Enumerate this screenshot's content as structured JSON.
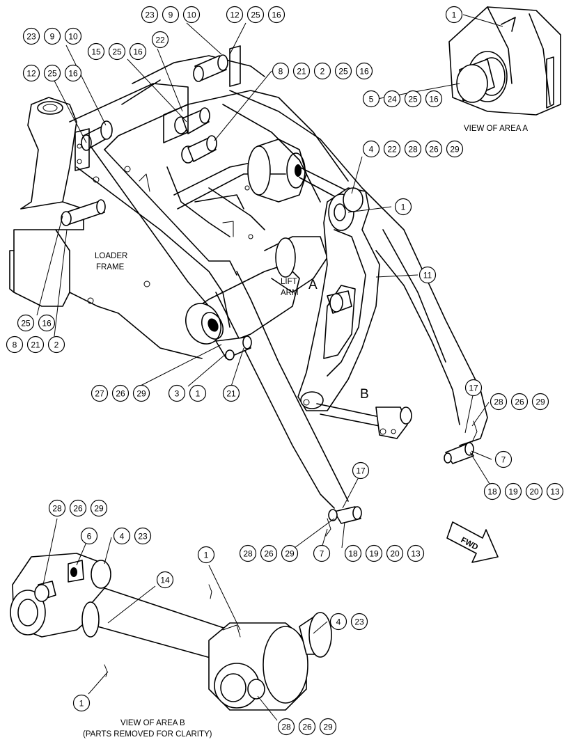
{
  "labels": {
    "loader_frame_1": "LOADER",
    "loader_frame_2": "FRAME",
    "lift_arm_1": "LIFT",
    "lift_arm_2": "ARM",
    "area_a": "A",
    "area_b": "B",
    "view_a": "VIEW OF AREA A",
    "view_b_1": "VIEW OF AREA B",
    "view_b_2": "(PARTS REMOVED FOR CLARITY)",
    "fwd": "FWD"
  },
  "callout_groups": [
    [
      "23",
      "9",
      "10"
    ],
    [
      "12",
      "25",
      "16"
    ],
    [
      "23",
      "9",
      "10"
    ],
    [
      "22"
    ],
    [
      "15",
      "25",
      "16"
    ],
    [
      "8",
      "21",
      "2",
      "25",
      "16"
    ],
    [
      "12",
      "25",
      "16"
    ],
    [
      "4",
      "22",
      "28",
      "26",
      "29"
    ],
    [
      "1"
    ],
    [
      "11"
    ],
    [
      "25",
      "16"
    ],
    [
      "8",
      "21",
      "2"
    ],
    [
      "27",
      "26",
      "29"
    ],
    [
      "3",
      "1"
    ],
    [
      "21"
    ],
    [
      "1"
    ],
    [
      "5",
      "24",
      "25",
      "16"
    ],
    [
      "17"
    ],
    [
      "28",
      "26",
      "29"
    ],
    [
      "7"
    ],
    [
      "18",
      "19",
      "20",
      "13"
    ],
    [
      "17"
    ],
    [
      "28",
      "26",
      "29"
    ],
    [
      "7"
    ],
    [
      "18",
      "19",
      "20",
      "13"
    ],
    [
      "28",
      "26",
      "29"
    ],
    [
      "6"
    ],
    [
      "4",
      "23"
    ],
    [
      "14"
    ],
    [
      "1"
    ],
    [
      "4",
      "23"
    ],
    [
      "1"
    ],
    [
      "28",
      "26",
      "29"
    ]
  ]
}
